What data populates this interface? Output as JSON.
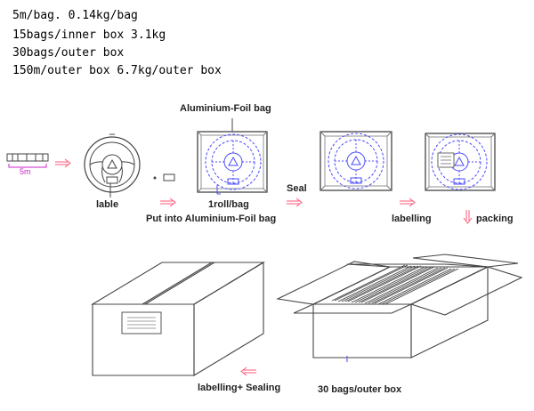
{
  "specs": [
    "5m/bag. 0.14kg/bag",
    "15bags/inner box  3.1kg",
    "30bags/outer box",
    "150m/outer box  6.7kg/outer box"
  ],
  "strip_label": "5m",
  "labels": {
    "aluminium_foil_bag": "Aluminium-Foil bag",
    "lable": "lable",
    "roll_per_bag": "1roll/bag",
    "put_into": "Put into Aluminium-Foil bag",
    "seal": "Seal",
    "labelling": "labelling",
    "packing": "packing",
    "labelling_sealing": "labelling+ Sealing",
    "bags_outer_box": "30 bags/outer box"
  },
  "colors": {
    "arrow": "#ff5a7a",
    "line": "#444444",
    "reel": "#4a4aff",
    "magenta": "#d020d0",
    "text": "#222222"
  },
  "icons": [
    "arrow-right-icon",
    "arrow-down-icon",
    "arrow-left-icon"
  ]
}
